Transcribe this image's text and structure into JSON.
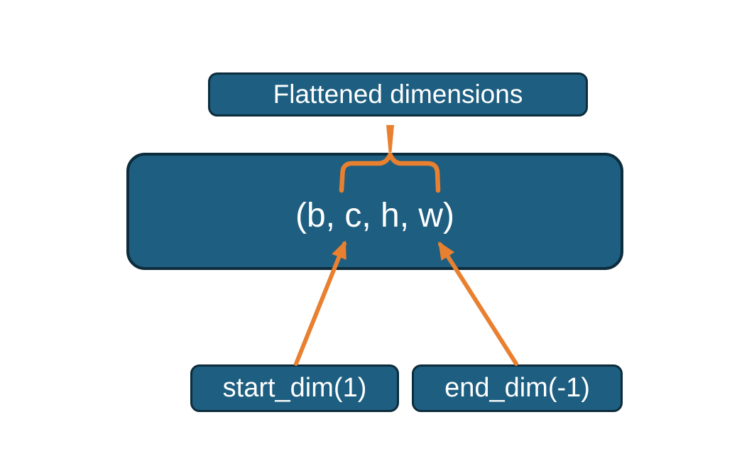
{
  "colors": {
    "box_fill": "#1e5e80",
    "box_border": "#0d2c3c",
    "connector": "#e8802f",
    "text": "#ffffff",
    "background": "#ffffff"
  },
  "nodes": {
    "flattened_dimensions": {
      "label": "Flattened dimensions"
    },
    "tensor_tuple": {
      "label": "(b, c, h, w)"
    },
    "start_dim": {
      "label": "start_dim(1)"
    },
    "end_dim": {
      "label": "end_dim(-1)"
    }
  },
  "connectors": {
    "stem": "link from Flattened dimensions box to brace",
    "brace": "brace spanning c through w inside tuple box",
    "arrow_start_dim": "arrow from start_dim(1) pointing to c",
    "arrow_end_dim": "arrow from end_dim(-1) pointing to w"
  }
}
